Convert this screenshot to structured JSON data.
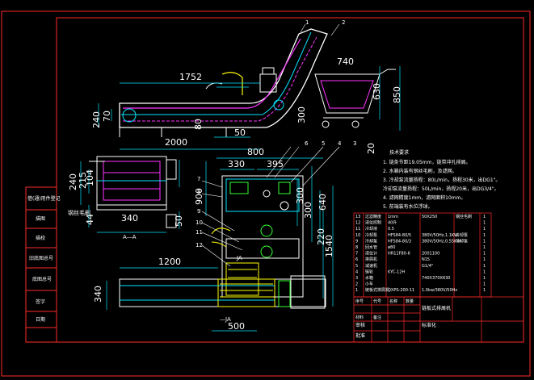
{
  "side_panel": [
    "借(通)用件登记",
    "描图",
    "描校",
    "旧底图总号",
    "底图总号",
    "签字",
    "日期"
  ],
  "dimensions": {
    "d1752": "1752",
    "d740": "740",
    "d240a": "240",
    "d70": "70",
    "d80": "80",
    "d300a": "300",
    "d630": "630",
    "d850": "850",
    "d2000": "2000",
    "d50": "50",
    "d800": "800",
    "d330": "330",
    "d395": "395",
    "d240b": "240",
    "d215": "215",
    "d104": "104",
    "d44": "44",
    "d340a": "340",
    "d50b": "50",
    "d900": "900",
    "d300b": "300",
    "d300c": "300",
    "d640": "640",
    "d220": "220",
    "d1540": "1540",
    "d20": "20",
    "d1200": "1200",
    "d340b": "340",
    "d500": "500"
  },
  "balloons": [
    "1",
    "2",
    "3",
    "4",
    "5",
    "6",
    "7",
    "8",
    "9",
    "10",
    "11",
    "12"
  ],
  "section_labels": {
    "aa": "A—A",
    "ja_top": "—JA",
    "ja_bot": "—JA",
    "filter_label": "钢丝毛刷"
  },
  "tech_notes": {
    "title": "技术要求",
    "lines": [
      "1. 链条节距19.05mm，链带冲孔排屑。",
      "2. 水箱内装有钢丝毛刷，及滤网。",
      "3. 冷却泵流量扬程：80L/min，扬程30米，出DG1\"。",
      "   冷却泵流量扬程：50L/min，扬程20米，出DG3/4\"。",
      "4. 滤网精度1mm，滤网面积10mm。",
      "5. 前端装有水位浮球。"
    ]
  },
  "bom": [
    [
      "13",
      "过滤精度",
      "1mm",
      "50X250",
      "钢丝毛刷",
      "1"
    ],
    [
      "12",
      "液位控制",
      "40升",
      "",
      "",
      "1"
    ],
    [
      "11",
      "冷却液",
      "0.5",
      "",
      "",
      "1"
    ],
    [
      "10",
      "冷却泵",
      "HFS84-80/5",
      "380V/50Hz,1.1KW",
      "冷却泵",
      "1"
    ],
    [
      "9",
      "冷却泵",
      "HFS84-80/3",
      "380V/50Hz,0.55KW",
      "冷却泵",
      "1"
    ],
    [
      "8",
      "回水管",
      "ø80",
      "",
      "",
      "1"
    ],
    [
      "7",
      "液位计",
      "HR11F80-6",
      "2001100",
      "",
      "1"
    ],
    [
      "6",
      "排屑机",
      "",
      "N15",
      "",
      "1"
    ],
    [
      "5",
      "减速机",
      "",
      "G1/4\"",
      "",
      "1"
    ],
    [
      "4",
      "链轮",
      "KYC-12H",
      "",
      "",
      "1"
    ],
    [
      "3",
      "水箱",
      "",
      "740X370X630",
      "",
      "1"
    ],
    [
      "2",
      "小车",
      "",
      "",
      "",
      "1"
    ],
    [
      "1",
      "链板式排屑机",
      "QXPS-200-11",
      "1.0kw/380V/50Hz",
      "",
      "1"
    ]
  ],
  "bom_header": [
    "序号",
    "代号",
    "名称",
    "数量",
    "材料",
    "备注"
  ],
  "title_block": {
    "name": "链板式排屑机",
    "chk": "审核",
    "std": "标准化",
    "appr": "批准"
  },
  "colors": {
    "frame": "#ff2a2a",
    "line": "#ffffff",
    "cyan": "#00e5ff",
    "yellow": "#ffff00",
    "magenta": "#ff33ff",
    "green": "#33ff33",
    "blue": "#4a6cff"
  }
}
